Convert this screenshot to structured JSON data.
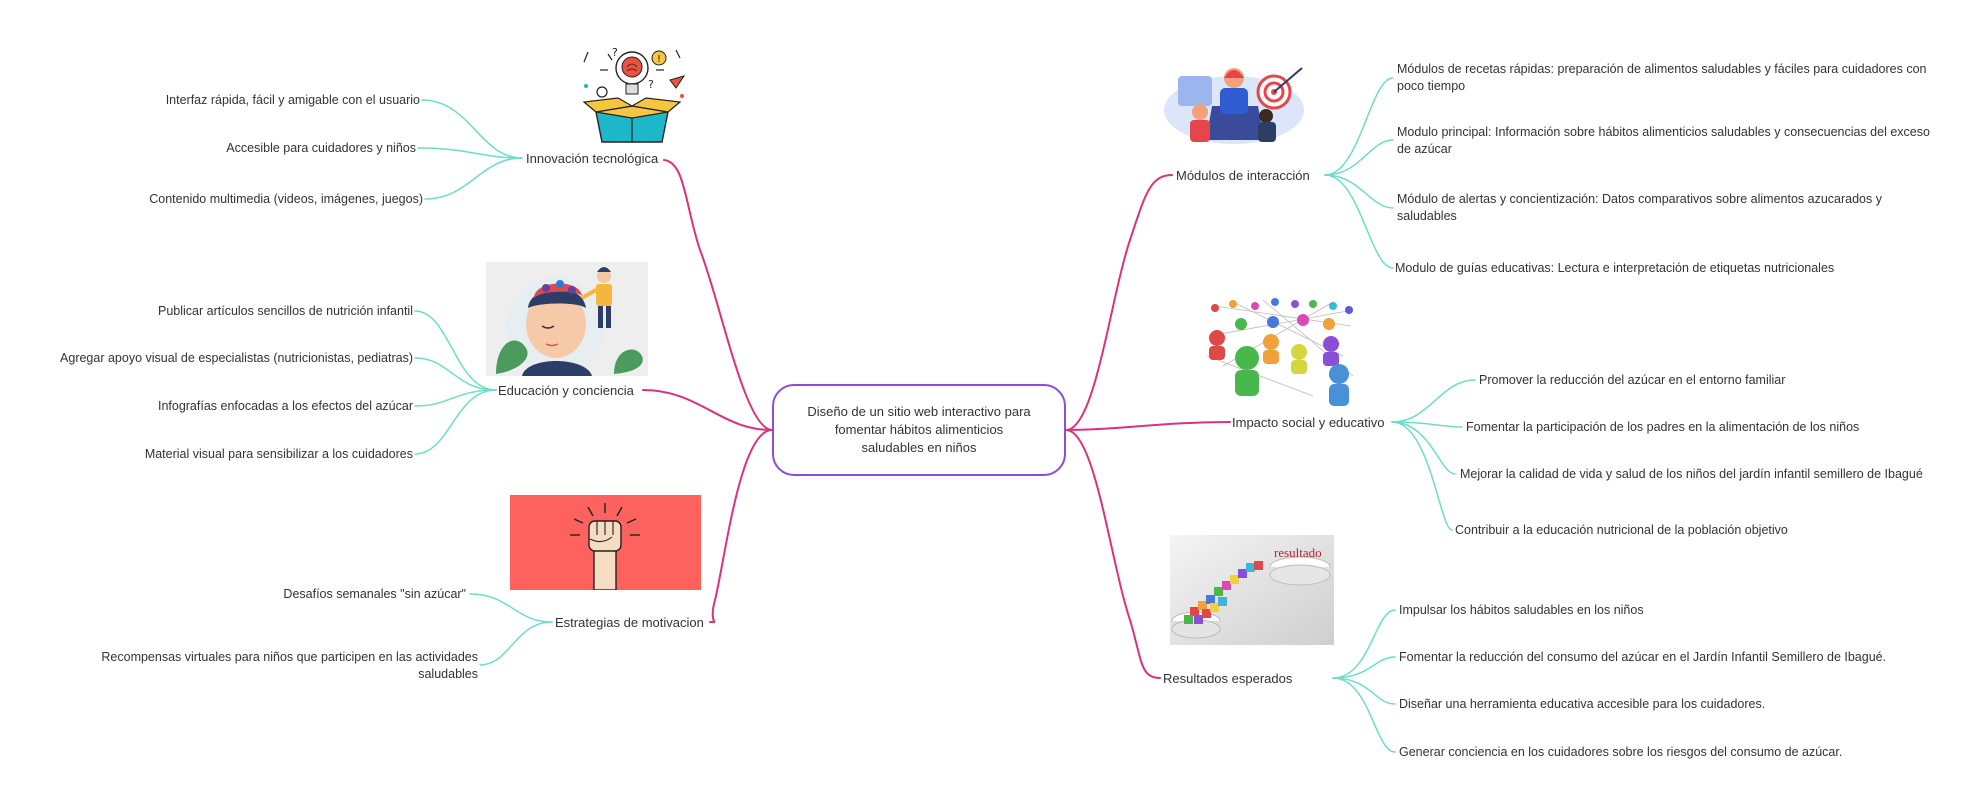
{
  "central": {
    "title": "Diseño de un sitio web interactivo para fomentar hábitos alimenticios saludables en niños"
  },
  "colors": {
    "main_branch": "#d9337a",
    "sub_branch": "#6fdcc8",
    "central_border": "#8a4fd8"
  },
  "left_branches": [
    {
      "label": "Innovación tecnológica",
      "image_icon": "lightbulb-brain-box-illustration",
      "items": [
        "Interfaz rápida, fácil y amigable con el usuario",
        "Accesible para cuidadores y niños",
        "Contenido multimedia (videos, imágenes, juegos)"
      ]
    },
    {
      "label": "Educación y conciencia",
      "image_icon": "head-brain-thinking-illustration",
      "items": [
        "Publicar artículos sencillos de nutrición infantil",
        "Agregar apoyo visual de especialistas (nutricionistas, pediatras)",
        "Infografías enfocadas a los efectos del azúcar",
        "Material visual para sensibilizar a los cuidadores"
      ]
    },
    {
      "label": "Estrategias de motivacion",
      "image_icon": "raised-fist-illustration",
      "items": [
        "Desafíos semanales \"sin azúcar\"",
        "Recompensas virtuales para niños que participen en las actividades saludables"
      ]
    }
  ],
  "right_branches": [
    {
      "label": "Módulos de interacción",
      "image_icon": "team-target-laptop-illustration",
      "items": [
        "Módulos de recetas rápidas: preparación de alimentos saludables y fáciles para cuidadores con poco tiempo",
        "Modulo principal: Información sobre hábitos alimenticios saludables y consecuencias del exceso de azúcar",
        "Módulo de alertas y concientización: Datos comparativos sobre alimentos azucarados y saludables",
        "Modulo de guías educativas: Lectura e interpretación de etiquetas nutricionales"
      ]
    },
    {
      "label": "Impacto social y educativo",
      "image_icon": "people-network-illustration",
      "items": [
        "Promover la reducción del azúcar en el entorno familiar",
        "Fomentar la participación de los padres en la alimentación de los niños",
        "Mejorar la calidad de vida y salud de los niños del jardín infantil semillero de Ibagué",
        "Contribuir a la educación nutricional de la población objetivo"
      ]
    },
    {
      "label": "Resultados esperados",
      "image_icon": "puzzle-bridge-resultado-illustration",
      "image_text": "resultado",
      "items": [
        "Impulsar los hábitos saludables en los niños",
        "Fomentar la reducción del consumo del azúcar  en el Jardín Infantil Semillero de Ibagué.",
        "Diseñar una herramienta educativa accesible para los cuidadores.",
        "Generar conciencia en los cuidadores sobre los riesgos del consumo de azúcar."
      ]
    }
  ]
}
